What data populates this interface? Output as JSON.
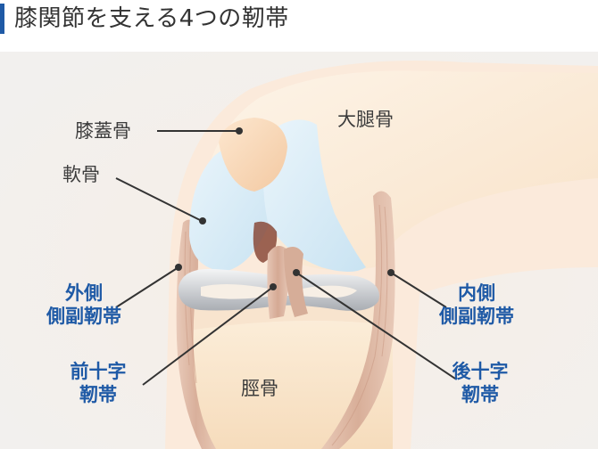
{
  "header": {
    "title": "膝関節を支える4つの靭帯",
    "accent_color": "#1f5aa6"
  },
  "labels": {
    "patella": "膝蓋骨",
    "femur": "大腿骨",
    "cartilage": "軟骨",
    "tibia": "脛骨",
    "lateral_collateral": {
      "line1": "外側",
      "line2": "側副靭帯"
    },
    "medial_collateral": {
      "line1": "内側",
      "line2": "側副靭帯"
    },
    "anterior_cruciate": {
      "line1": "前十字",
      "line2": "靭帯"
    },
    "posterior_cruciate": {
      "line1": "後十字",
      "line2": "靭帯"
    }
  },
  "colors": {
    "background": "#f7f5f3",
    "skin": "#fbe9d8",
    "bone": "#fdf0e0",
    "cartilage": "#d9ecf7",
    "meniscus": "#c9ccd0",
    "ligament": "#dcb7a4",
    "leader_line": "#333333",
    "label_blue": "#1f5aa6"
  }
}
